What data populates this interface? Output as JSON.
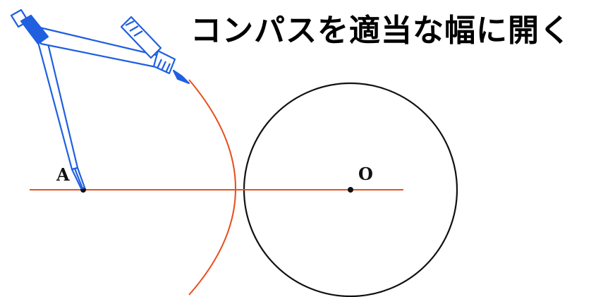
{
  "title": "コンパスを適当な幅に開く",
  "points": {
    "a_label": "A",
    "o_label": "O"
  },
  "colors": {
    "construction_line": "#e8501e",
    "compass_stroke": "#1f5fe0",
    "compass_fill": "#ffffff",
    "compass_hinge": "#1f5fe0",
    "circle": "#111111",
    "text": "#000000"
  }
}
